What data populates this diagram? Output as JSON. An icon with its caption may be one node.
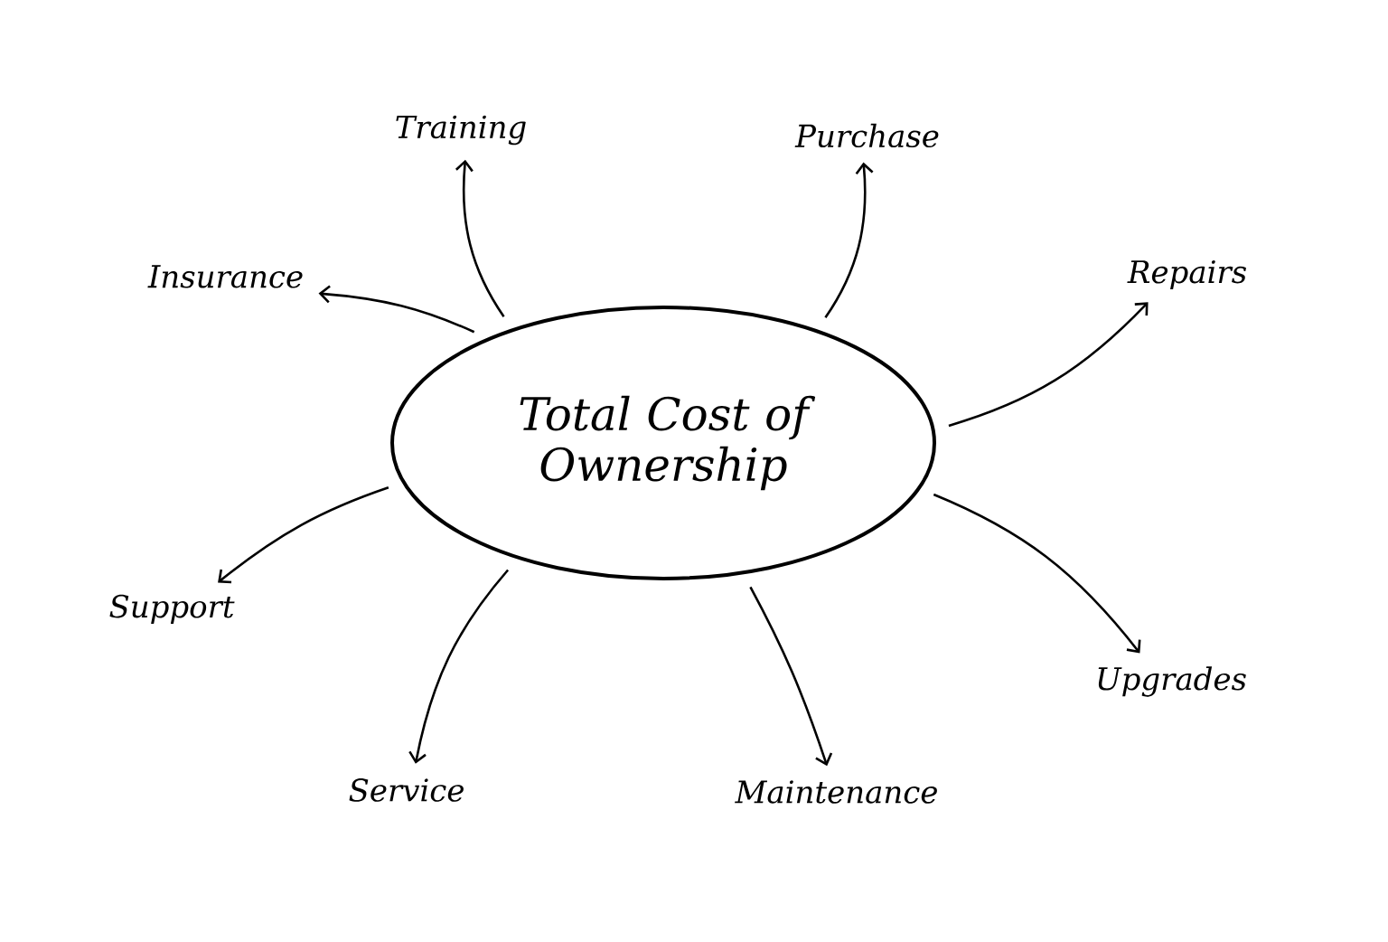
{
  "diagram": {
    "nodes": [
      {
        "text": [
          "Total Cost of Ownership"
        ]
      },
      {
        "text": [
          "Training"
        ]
      },
      {
        "text": [
          "Purchase"
        ]
      },
      {
        "text": [
          "Insurance"
        ]
      },
      {
        "text": [
          "Repairs"
        ]
      },
      {
        "text": [
          "Support"
        ]
      },
      {
        "text": [
          "Upgrades"
        ]
      },
      {
        "text": [
          "Service"
        ]
      },
      {
        "text": [
          "Maintenance"
        ]
      }
    ],
    "edges": [
      {
        "from": 0,
        "to": 1,
        "arrow": "to"
      },
      {
        "from": 0,
        "to": 2,
        "arrow": "to"
      },
      {
        "from": 0,
        "to": 3,
        "arrow": "to"
      },
      {
        "from": 0,
        "to": 4,
        "arrow": "to"
      },
      {
        "from": 0,
        "to": 5,
        "arrow": "to"
      },
      {
        "from": 0,
        "to": 6,
        "arrow": "to"
      },
      {
        "from": 0,
        "to": 7,
        "arrow": "to"
      },
      {
        "from": 0,
        "to": 8,
        "arrow": "to"
      }
    ]
  }
}
